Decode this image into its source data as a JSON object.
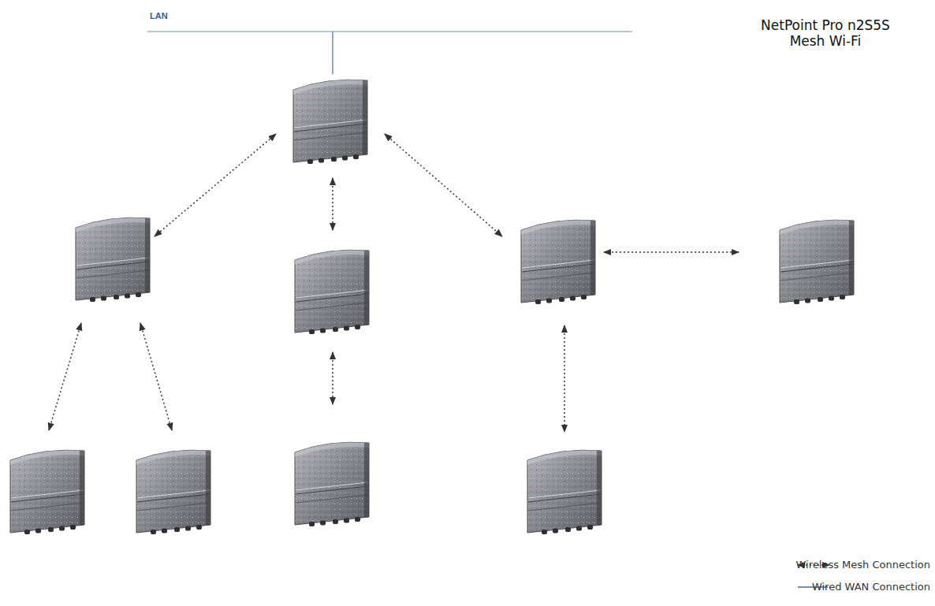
{
  "diagram": {
    "title": "NetPoint Pro n2S5S Mesh Wi-Fi",
    "labels": [
      "LAN"
    ],
    "legend": [
      {
        "text": "Wireless Mesh Connection"
      },
      {
        "text": "Wired WAN Connection"
      }
    ]
  }
}
